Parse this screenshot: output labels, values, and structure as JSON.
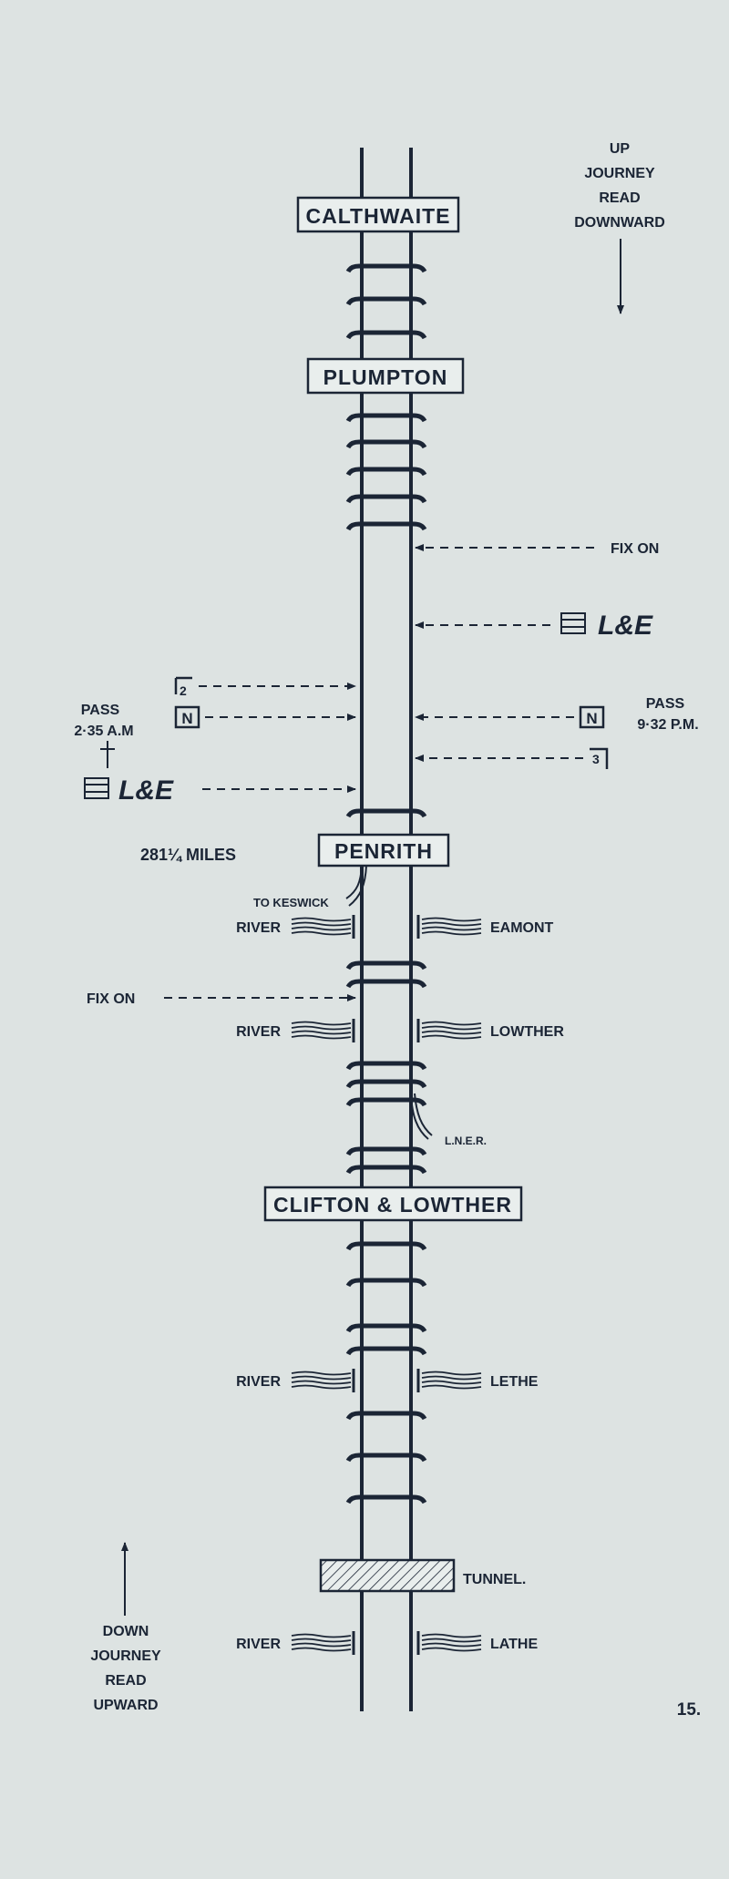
{
  "stations": [
    "CALTHWAITE",
    "PLUMPTON",
    "PENRITH",
    "CLIFTON & LOWTHER"
  ],
  "legend_up": [
    "UP",
    "JOURNEY",
    "READ",
    "DOWNWARD"
  ],
  "legend_down": [
    "DOWN",
    "JOURNEY",
    "READ",
    "UPWARD"
  ],
  "labels": {
    "fix_on": "FIX ON",
    "l_and_e": "L&E",
    "n": "N",
    "signal_2": "2",
    "signal_3": "3",
    "mileage": "281¼ MILES",
    "to_keswick": "TO KESWICK",
    "lner": "L.N.E.R.",
    "tunnel": "TUNNEL."
  },
  "pass_down": {
    "label": "PASS",
    "time": "2·35 A.M"
  },
  "pass_up": {
    "label": "PASS",
    "time": "9·32 P.M."
  },
  "rivers": [
    {
      "left": "RIVER",
      "right": "EAMONT"
    },
    {
      "left": "RIVER",
      "right": "LOWTHER"
    },
    {
      "left": "RIVER",
      "right": "LETHE"
    },
    {
      "left": "RIVER",
      "right": "LATHE"
    }
  ],
  "page_number": "15."
}
